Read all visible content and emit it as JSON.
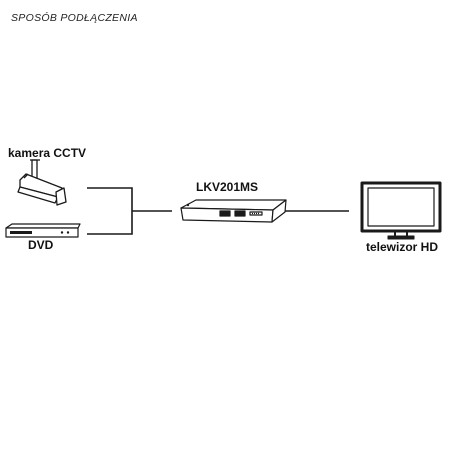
{
  "header": {
    "title": "SPOSÓB PODŁĄCZENIA"
  },
  "devices": {
    "camera": {
      "label": "kamera CCTV",
      "icon": "cctv-camera-icon"
    },
    "dvd": {
      "label": "DVD",
      "icon": "dvd-player-icon"
    },
    "converter": {
      "label": "LKV201MS",
      "icon": "converter-box-icon"
    },
    "tv": {
      "label": "telewizor HD",
      "icon": "hd-television-icon"
    }
  },
  "colors": {
    "line": "#1a1a1a",
    "device_fill": "#ffffff",
    "device_stroke": "#1a1a1a"
  }
}
